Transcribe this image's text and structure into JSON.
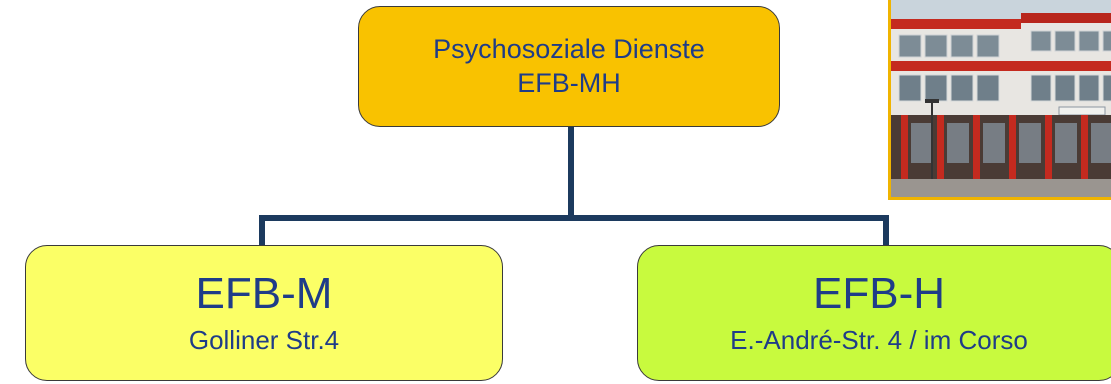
{
  "colors": {
    "root_fill": "#f9c200",
    "left_fill": "#fbff66",
    "right_fill": "#c8fa3e",
    "connector": "#1c3a5e",
    "text": "#1f3c88",
    "photo_border": "#f0b400"
  },
  "root": {
    "line1": "Psychosoziale Dienste",
    "line2": "EFB-MH"
  },
  "children": [
    {
      "title": "EFB-M",
      "subtitle": "Golliner Str.4"
    },
    {
      "title": "EFB-H",
      "subtitle": "E.-André-Str. 4 / im Corso"
    }
  ],
  "photo": {
    "subject": "building-photo"
  }
}
